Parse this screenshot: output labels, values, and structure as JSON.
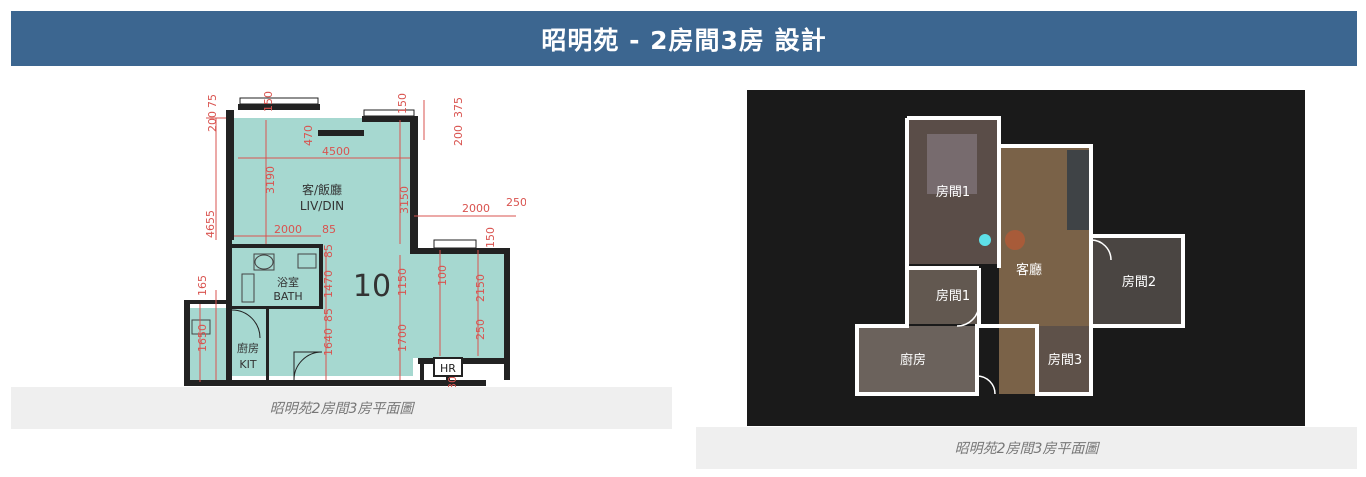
{
  "header": {
    "title": "昭明苑 - 2房間3房 設計"
  },
  "left_figure": {
    "caption": "昭明苑2房間3房平面圖",
    "labels": {
      "living_cn": "客/飯廳",
      "living_en": "LIV/DIN",
      "bath_cn": "浴室",
      "bath_en": "BATH",
      "kit_cn": "廚房",
      "kit_en": "KIT",
      "hr": "HR",
      "unit_no": "10"
    },
    "dimensions": [
      "200",
      "75",
      "150",
      "150",
      "470",
      "200",
      "375",
      "4500",
      "3190",
      "3150",
      "4655",
      "2000",
      "85",
      "2000",
      "250",
      "150",
      "1470",
      "85",
      "100",
      "2150",
      "1150",
      "165",
      "1650",
      "1640",
      "1700",
      "250",
      "85",
      "30"
    ]
  },
  "right_figure": {
    "caption": "昭明苑2房間3房平面圖",
    "rooms": [
      "房間1",
      "客廳",
      "房間2",
      "房間1",
      "廚房",
      "房間3"
    ]
  },
  "colors": {
    "header_bg": "#3c6690",
    "plan_fill": "#a6d8d0",
    "dim_red": "#d9534f",
    "wall": "#222222"
  }
}
